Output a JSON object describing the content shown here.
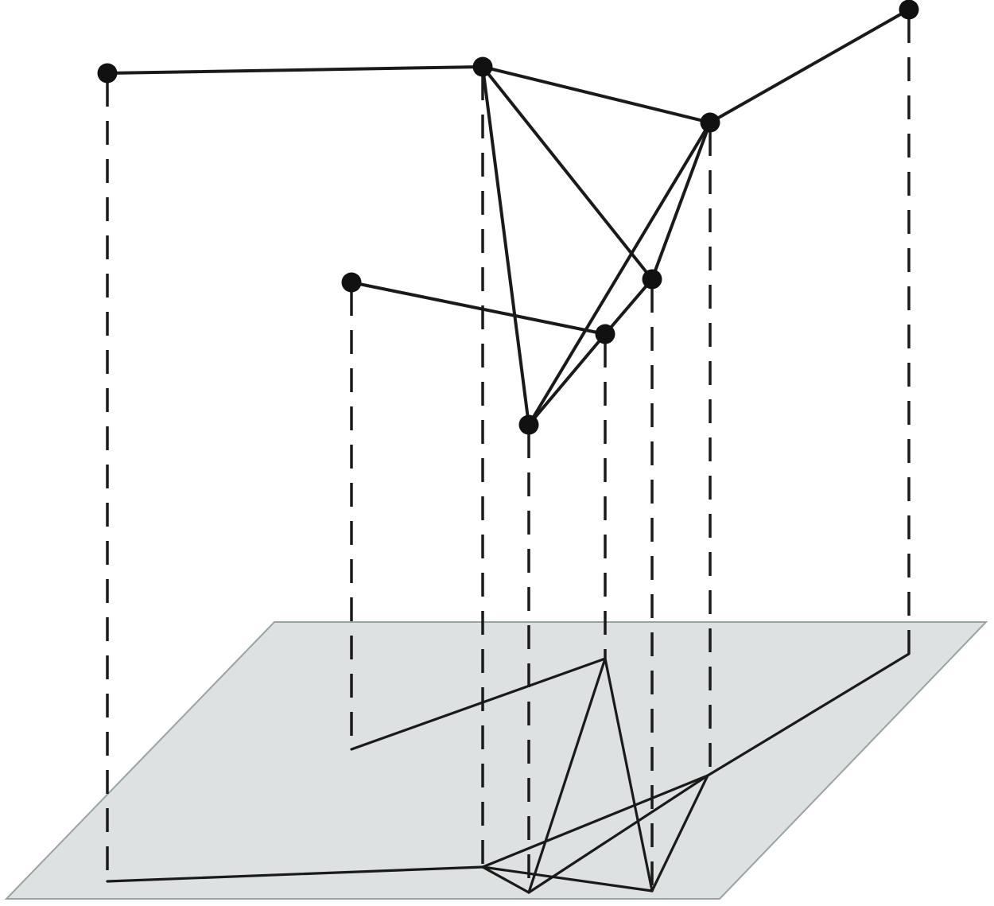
{
  "diagram": {
    "description_kind": "graph-projection",
    "colors": {
      "plane_fill": "#dde1e1",
      "plane_stroke": "#9aa3a3",
      "line": "#1a1a1a",
      "node": "#111111"
    },
    "nodes": [
      "n1",
      "n2",
      "n3",
      "n4",
      "n5",
      "n6",
      "n7",
      "n8"
    ],
    "edges": [
      [
        "n1",
        "n2"
      ],
      [
        "n2",
        "n3"
      ],
      [
        "n3",
        "n4"
      ],
      [
        "n2",
        "n6"
      ],
      [
        "n2",
        "n8"
      ],
      [
        "n3",
        "n6"
      ],
      [
        "n3",
        "n8"
      ],
      [
        "n6",
        "n7"
      ],
      [
        "n7",
        "n8"
      ],
      [
        "n5",
        "n7"
      ]
    ]
  }
}
